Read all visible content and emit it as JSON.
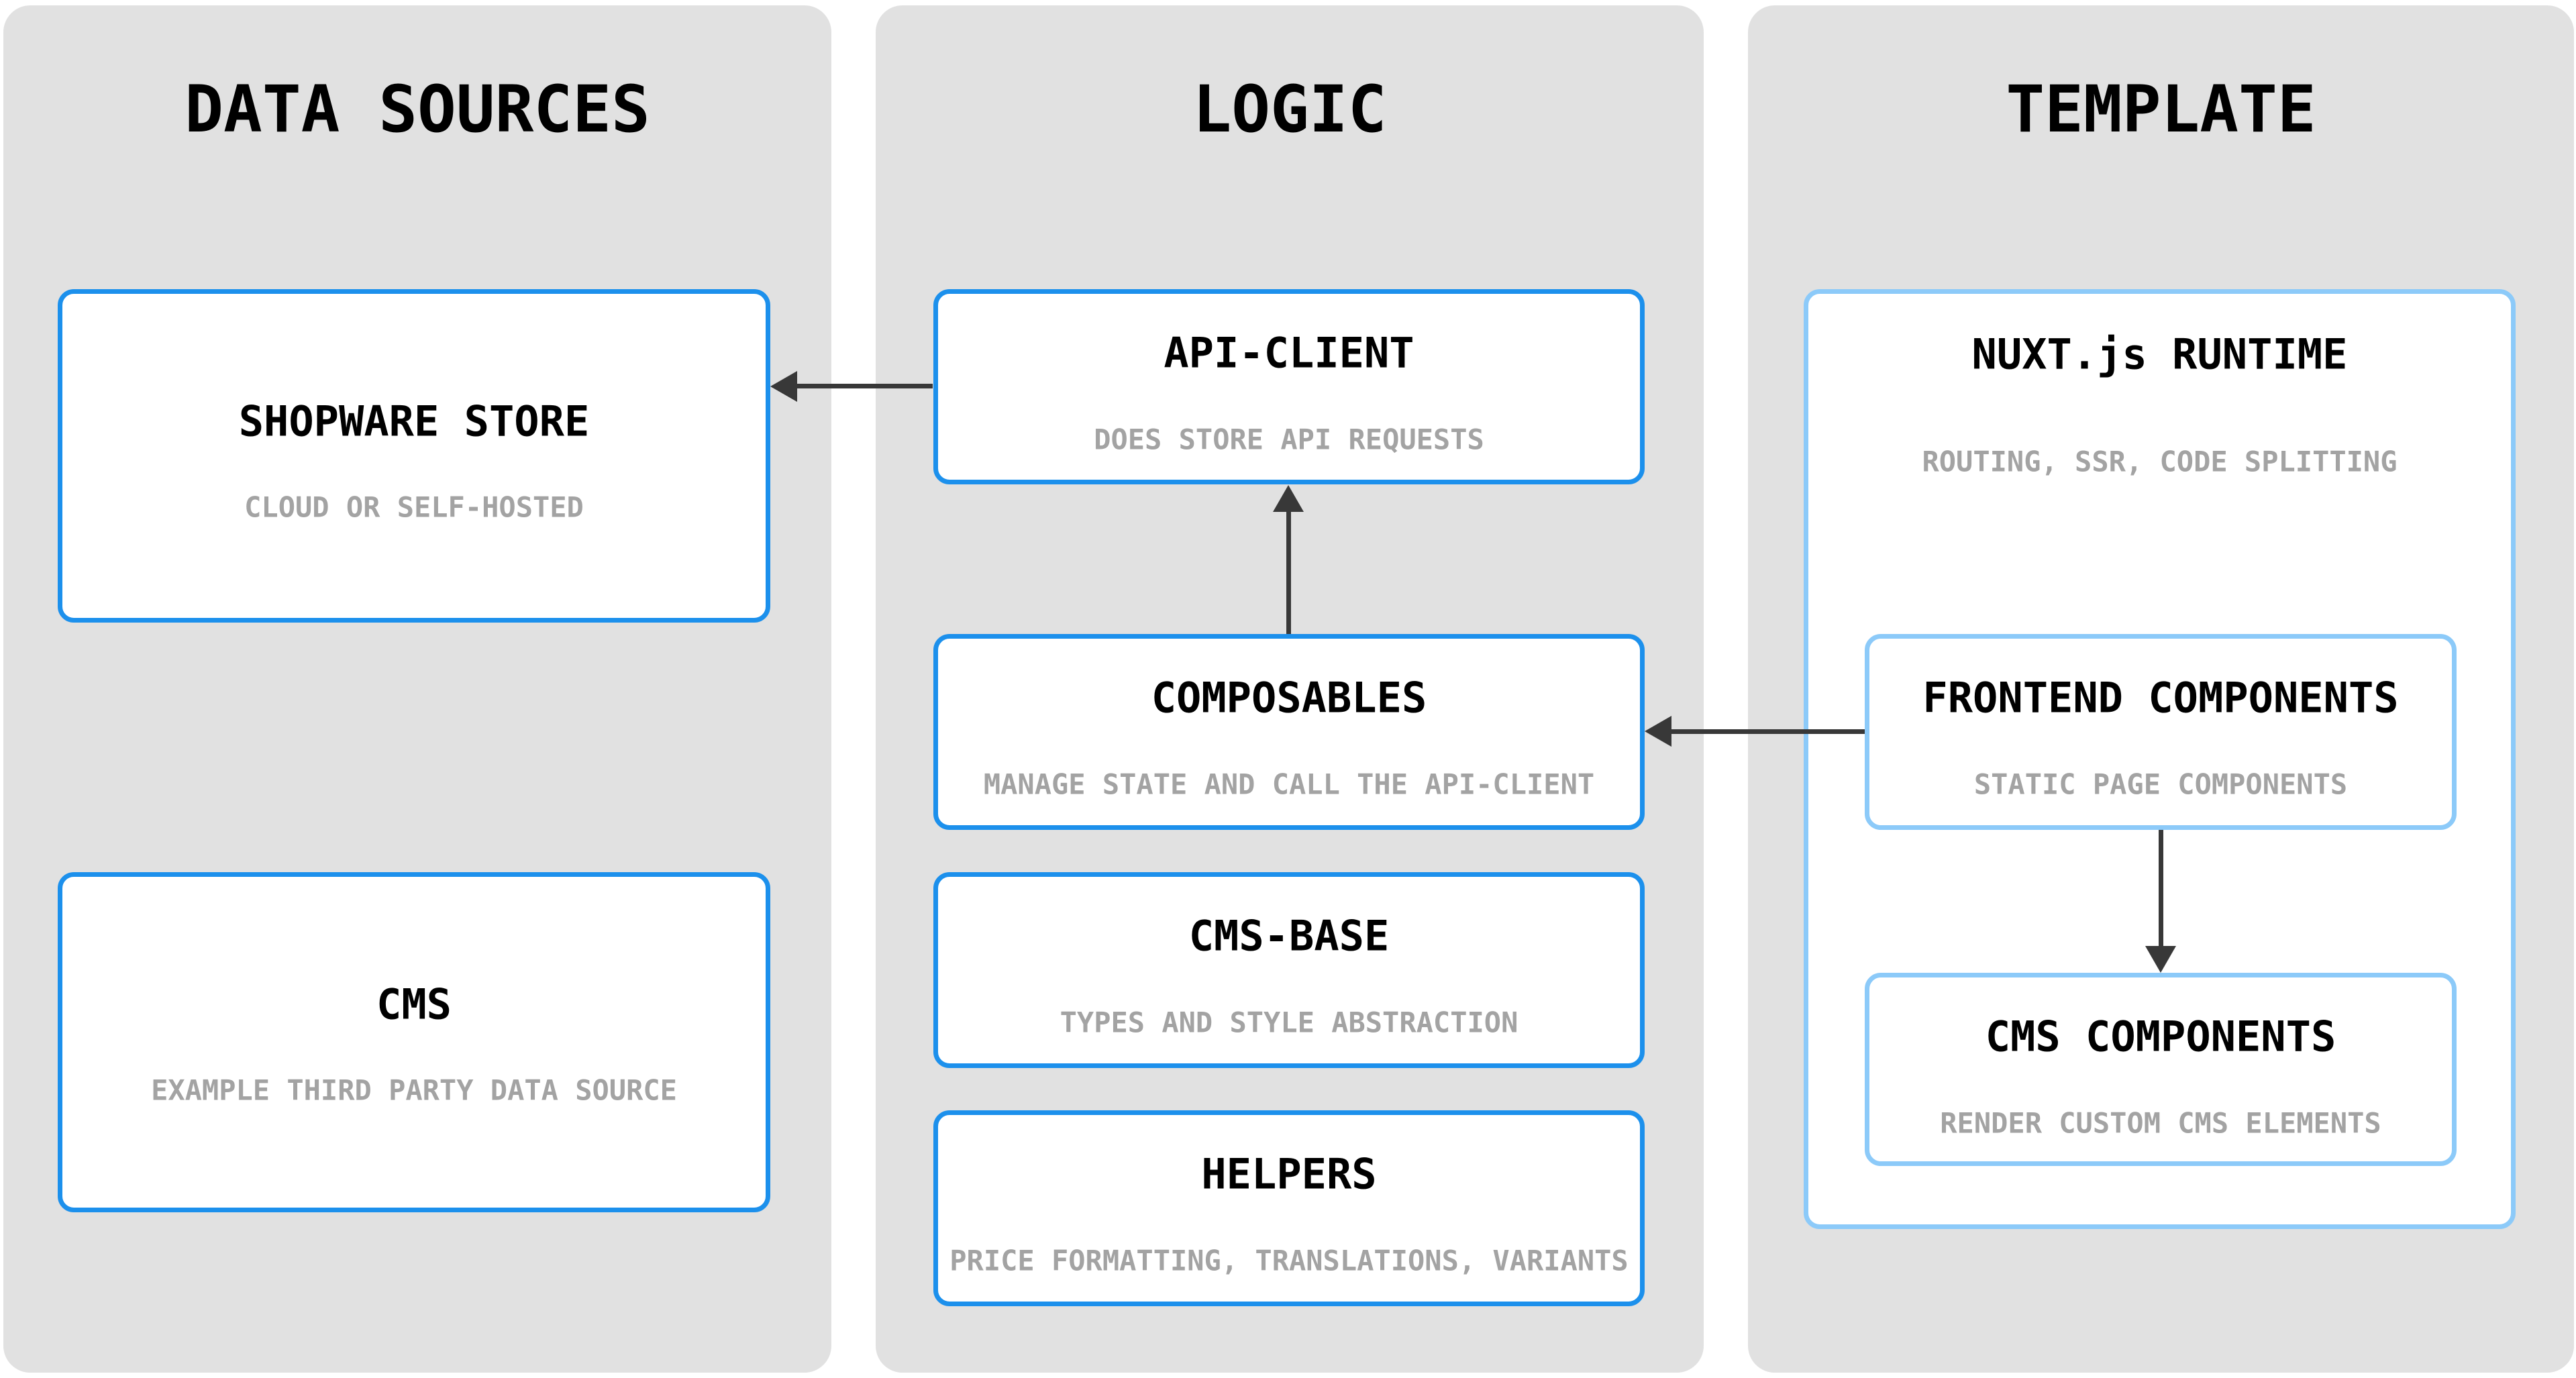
{
  "diagram": {
    "columns": [
      {
        "id": "data-sources",
        "title": "DATA SOURCES"
      },
      {
        "id": "logic",
        "title": "LOGIC"
      },
      {
        "id": "template",
        "title": "TEMPLATE"
      }
    ],
    "nodes": {
      "shopware": {
        "title": "SHOPWARE STORE",
        "subtitle": "CLOUD OR SELF-HOSTED"
      },
      "cms": {
        "title": "CMS",
        "subtitle": "EXAMPLE THIRD PARTY DATA SOURCE"
      },
      "api_client": {
        "title": "API-CLIENT",
        "subtitle": "DOES STORE API REQUESTS"
      },
      "composables": {
        "title": "COMPOSABLES",
        "subtitle": "MANAGE STATE AND CALL THE API-CLIENT"
      },
      "cms_base": {
        "title": "CMS-BASE",
        "subtitle": "TYPES AND STYLE ABSTRACTION"
      },
      "helpers": {
        "title": "HELPERS",
        "subtitle": "PRICE FORMATTING, TRANSLATIONS, VARIANTS"
      },
      "nuxt_runtime": {
        "title": "NUXT.js RUNTIME",
        "subtitle": "ROUTING, SSR, CODE SPLITTING"
      },
      "frontend_components": {
        "title": "FRONTEND COMPONENTS",
        "subtitle": "STATIC PAGE COMPONENTS"
      },
      "cms_components": {
        "title": "CMS COMPONENTS",
        "subtitle": "RENDER CUSTOM CMS ELEMENTS"
      }
    },
    "edges": [
      {
        "from": "api_client",
        "to": "shopware",
        "direction": "left"
      },
      {
        "from": "composables",
        "to": "api_client",
        "direction": "up"
      },
      {
        "from": "frontend_components",
        "to": "composables",
        "direction": "left"
      },
      {
        "from": "frontend_components",
        "to": "cms_components",
        "direction": "down"
      }
    ],
    "colors": {
      "box_border_primary": "#1c90ec",
      "box_border_light": "#8ccaf9",
      "panel_background": "#e1e1e1",
      "page_background": "#ffffff",
      "arrow": "#383838",
      "title_text": "#000000",
      "subtitle_text": "#a3a3a3"
    }
  }
}
